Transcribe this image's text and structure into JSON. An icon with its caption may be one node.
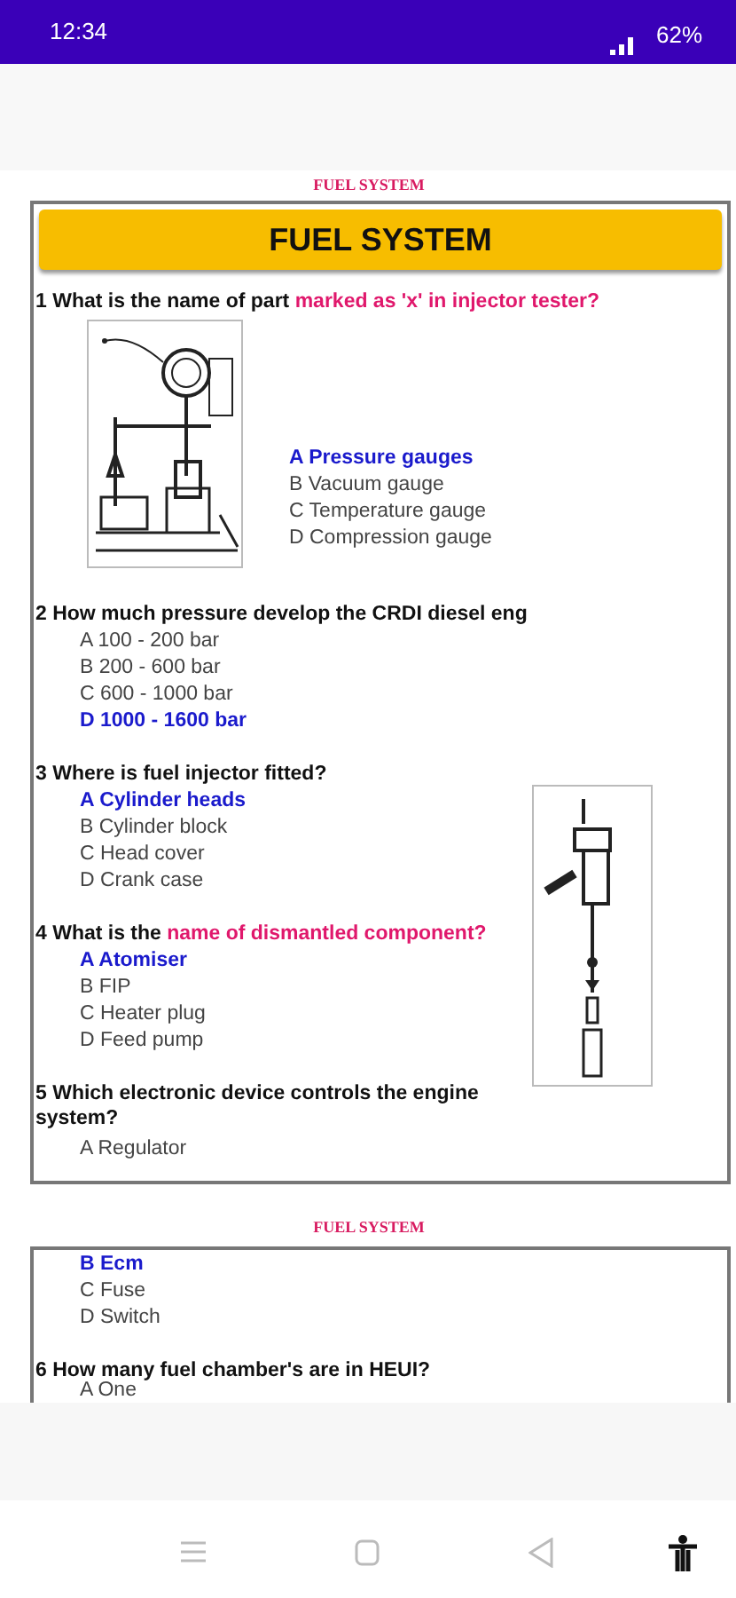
{
  "diagram": {
    "title": "FUEL SYSTEM",
    "labels": [
      "12:34",
      "62%",
      "FUEL SYSTEM",
      "1 What is the name of part *marked as 'x' in injector tester?*",
      "A Pressure gauges",
      "B Vacuum gauge",
      "C Temperature gauge",
      "D Compression gauge",
      "2 How much pressure develop the CRDI diesel eng",
      "A 100 - 200 bar",
      "B 200 - 600 bar",
      "C 600 - 1000 bar",
      "D 1000 - 1600 bar",
      "3 Where is fuel injector fitted?",
      "A Cylinder heads",
      "B Cylinder block",
      "C Head cover",
      "D Crank case",
      "4 What is the *name of dismantled component?*",
      "A Atomiser",
      "B FIP",
      "C Heater plug",
      "D Feed pump",
      "5 Which electronic device controls the engine system?",
      "A Regulator",
      "FUEL SYSTEM",
      "B Ecm",
      "C Fuse",
      "D Switch",
      "6 How many fuel chamber's are in HEUI?",
      "A One"
    ]
  }
}
